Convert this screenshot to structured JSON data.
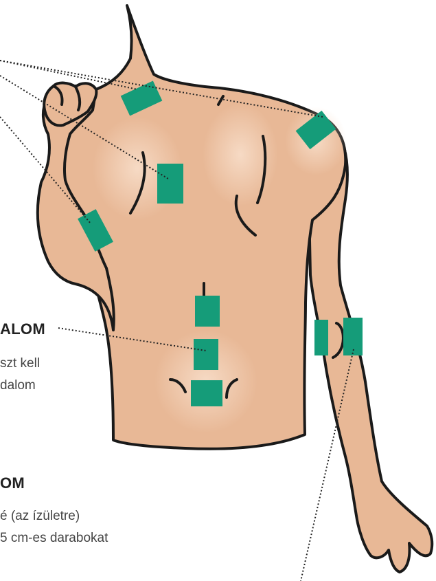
{
  "colors": {
    "skin": "#e8b896",
    "skin_highlight": "#f7dcc7",
    "outline": "#1a1a1a",
    "tape": "#159c79",
    "text": "#333333"
  },
  "labels": {
    "back_heading": "ALOM",
    "back_desc": [
      "szt kell",
      "dalom"
    ],
    "elbow_heading": "OM",
    "elbow_desc": [
      "é (az ízületre)",
      "5 cm-es darabokat"
    ]
  }
}
